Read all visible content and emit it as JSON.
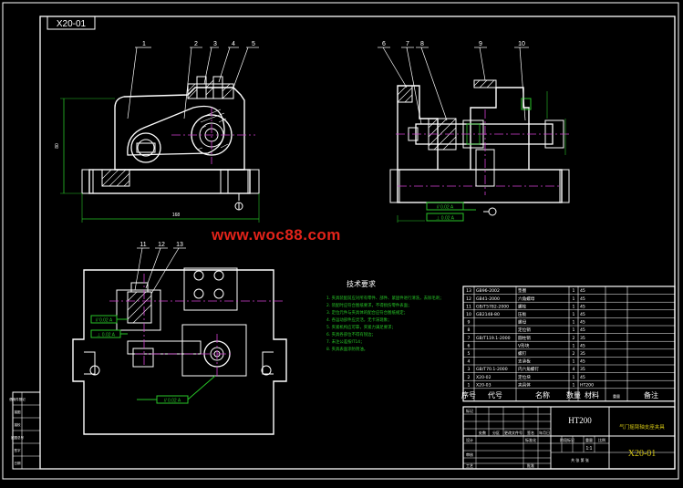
{
  "drawing": {
    "code_tag": "X20-01",
    "code_big": "X20-01",
    "material": "HT200",
    "part_name": "气门摇臂轴支座夹具",
    "scale": "1:1",
    "watermark": "www.woc88.com"
  },
  "tech_requirements": {
    "title": "技术要求",
    "items": [
      "1. 夹具装配前应对所有零件、部件、紧固件进行清洗，去除毛刺；",
      "2. 装配时应符合图纸要求，不得损伤零件表面；",
      "3. 定位元件与夹具体的配合应符合图纸规定；",
      "4. 各运动部件应灵活，无卡滞现象；",
      "5. 夹紧机构应可靠，夹紧力满足要求；",
      "6. 夹具各部位不得有锐边；",
      "7. 未注公差按IT14；",
      "8. 夹具表面涂防锈油。"
    ]
  },
  "dimensions": {
    "front_width": "168",
    "front_height": "80"
  },
  "callouts": {
    "front": [
      "1",
      "2",
      "3",
      "4",
      "5"
    ],
    "side": [
      "6",
      "7",
      "8",
      "9",
      "10"
    ],
    "top": [
      "11",
      "12",
      "13"
    ]
  },
  "tolerance_boxes": {
    "side_a": "// 0.02 A",
    "side_b": "⊥ 0.02 A",
    "top_a": "// 0.02 A",
    "top_b": "⊥ 0.02 A",
    "top_c": "// 0.02 A"
  },
  "bom": {
    "rows": [
      {
        "no": "13",
        "code": "GB96-2002",
        "name": "垫圈",
        "qty": "1",
        "material": "45"
      },
      {
        "no": "12",
        "code": "GB41-2000",
        "name": "六角螺母",
        "qty": "1",
        "material": "45"
      },
      {
        "no": "11",
        "code": "GB/T5782-2000",
        "name": "螺栓",
        "qty": "1",
        "material": "45"
      },
      {
        "no": "10",
        "code": "GB2148-80",
        "name": "压板",
        "qty": "1",
        "material": "45"
      },
      {
        "no": "9",
        "code": "",
        "name": "螺母",
        "qty": "1",
        "material": "45"
      },
      {
        "no": "8",
        "code": "",
        "name": "定位销",
        "qty": "1",
        "material": "45"
      },
      {
        "no": "7",
        "code": "GB/T119.1-2000",
        "name": "圆柱销",
        "qty": "2",
        "material": "35"
      },
      {
        "no": "6",
        "code": "",
        "name": "V形块",
        "qty": "1",
        "material": "45"
      },
      {
        "no": "5",
        "code": "",
        "name": "螺钉",
        "qty": "2",
        "material": "35"
      },
      {
        "no": "4",
        "code": "",
        "name": "支承板",
        "qty": "1",
        "material": "45"
      },
      {
        "no": "3",
        "code": "GB/T70.1-2000",
        "name": "内六角螺钉",
        "qty": "4",
        "material": "35"
      },
      {
        "no": "2",
        "code": "X20-02",
        "name": "定位块",
        "qty": "1",
        "material": "45"
      },
      {
        "no": "1",
        "code": "X20-03",
        "name": "夹具体",
        "qty": "1",
        "material": "HT200"
      }
    ],
    "header": {
      "no": "序号",
      "code": "代号",
      "name": "名称",
      "qty": "数量",
      "material": "材料",
      "weight": "重量",
      "remark": "备注"
    }
  },
  "title_block": {
    "labels": [
      "标记",
      "处数",
      "分区",
      "更改文件号",
      "签名",
      "年月日"
    ],
    "labels2": [
      "设计",
      "标准化",
      "审核",
      "工艺",
      "批准"
    ],
    "stage_labels": [
      "阶段标记",
      "重量",
      "比例"
    ],
    "sheet": "共 张 第 张"
  },
  "left_strip": [
    "借用件登记",
    "描图",
    "描校",
    "底图总号",
    "签字",
    "日期"
  ]
}
